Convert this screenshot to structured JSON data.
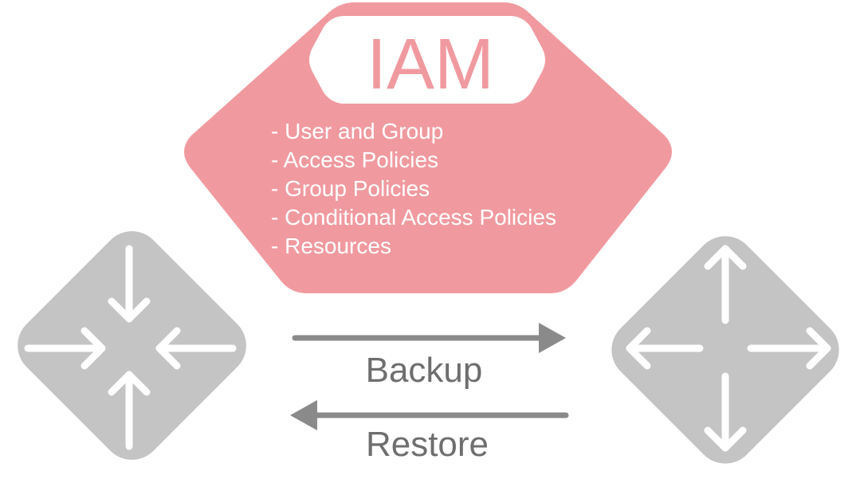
{
  "colors": {
    "iam_fill": "#f09aa0",
    "iam_title": "#f09aa0",
    "iam_badge_fill": "#ffffff",
    "list_text": "#ffffff",
    "node_fill": "#c4c4c4",
    "node_arrow": "#ffffff",
    "flow_arrow": "#8a8a8a",
    "flow_text": "#6e6e6e"
  },
  "iam": {
    "title": "IAM",
    "items": [
      "- User and Group",
      "- Access Policies",
      "- Group Policies",
      "- Conditional Access Policies",
      "- Resources"
    ]
  },
  "left_node": {
    "icon": "arrows-inward-icon"
  },
  "right_node": {
    "icon": "arrows-outward-icon"
  },
  "flows": {
    "backup_label": "Backup",
    "restore_label": "Restore"
  }
}
